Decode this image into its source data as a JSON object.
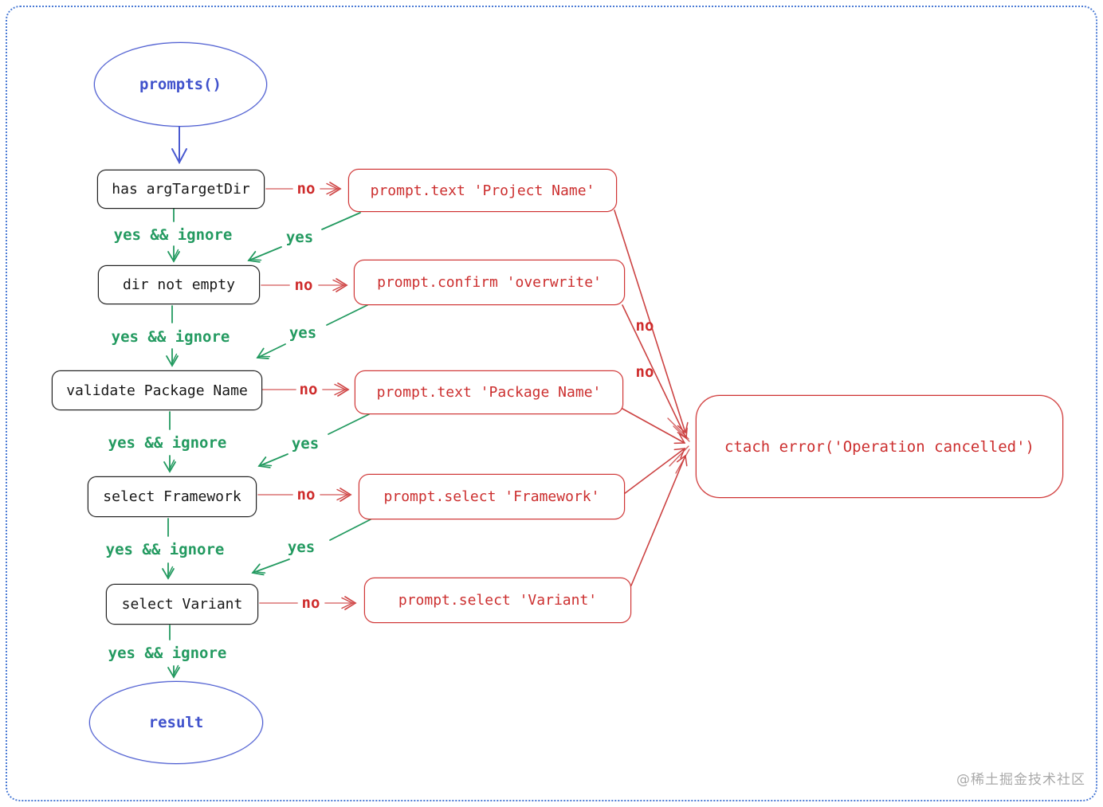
{
  "flow": {
    "start": {
      "label": "prompts()"
    },
    "end": {
      "label": "result"
    },
    "decisions": [
      {
        "label": "has argTargetDir"
      },
      {
        "label": "dir not empty"
      },
      {
        "label": "validate Package Name"
      },
      {
        "label": "select Framework"
      },
      {
        "label": "select Variant"
      }
    ],
    "prompts": [
      {
        "label": "prompt.text 'Project Name'"
      },
      {
        "label": "prompt.confirm 'overwrite'"
      },
      {
        "label": "prompt.text 'Package Name'"
      },
      {
        "label": "prompt.select 'Framework'"
      },
      {
        "label": "prompt.select 'Variant'"
      }
    ],
    "catch": {
      "label": "ctach error('Operation cancelled')"
    },
    "edge_labels": {
      "no": "no",
      "yes": "yes",
      "yes_ignore": "yes && ignore"
    }
  },
  "colors": {
    "node_blue": "#4a5ad0",
    "node_black": "#1e1e1e",
    "node_red": "#cf3434",
    "connector_red_light": "#e08888",
    "edge_green": "#239a60",
    "frame_blue": "#4b7bd5",
    "watermark_gray": "#a9a9a9"
  },
  "watermark": "@稀土掘金技术社区"
}
